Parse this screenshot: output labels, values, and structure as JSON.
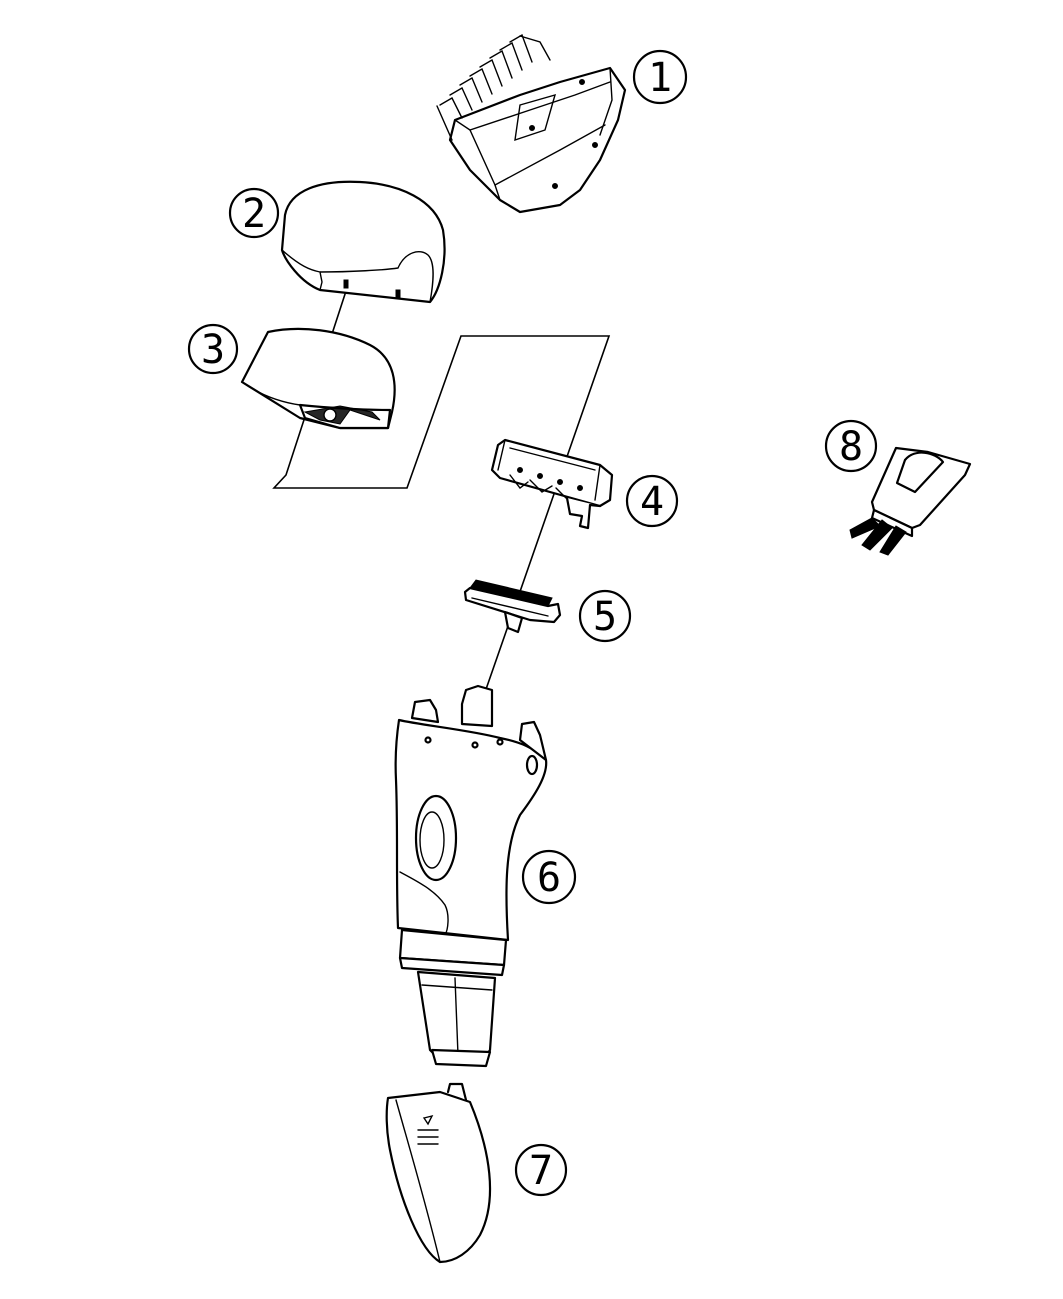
{
  "diagram": {
    "type": "exploded-parts-view",
    "parts": [
      {
        "number": "1",
        "icon": "trimmer-comb-attachment-icon"
      },
      {
        "number": "2",
        "icon": "protective-cap-icon"
      },
      {
        "number": "3",
        "icon": "shaving-head-frame-icon"
      },
      {
        "number": "4",
        "icon": "foil-holder-icon"
      },
      {
        "number": "5",
        "icon": "cutter-blade-icon"
      },
      {
        "number": "6",
        "icon": "shaver-body-icon"
      },
      {
        "number": "7",
        "icon": "battery-cover-icon"
      },
      {
        "number": "8",
        "icon": "cleaning-brush-icon"
      }
    ]
  }
}
